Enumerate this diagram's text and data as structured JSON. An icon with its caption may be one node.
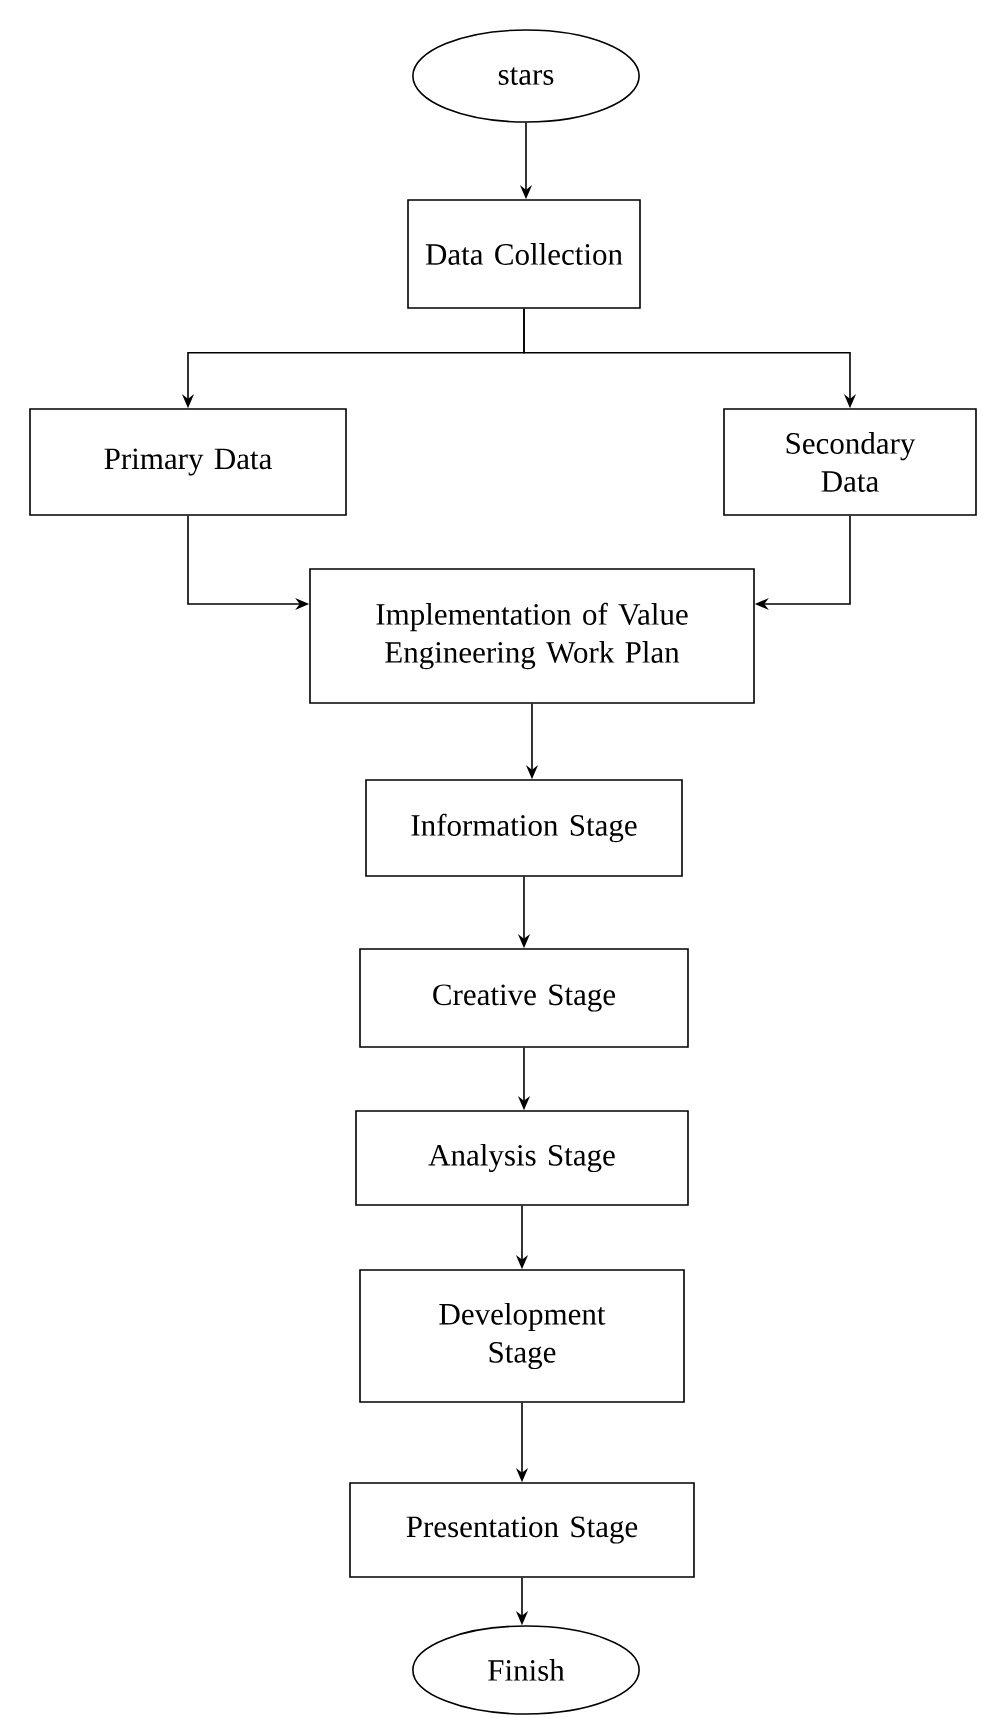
{
  "diagram": {
    "nodes": [
      {
        "text": [
          "stars"
        ]
      },
      {
        "text": [
          "Data Collection"
        ]
      },
      {
        "text": [
          "Primary Data"
        ]
      },
      {
        "text": [
          "Secondary Data"
        ]
      },
      {
        "text": [
          "Implementation of Value Engineering Work Plan"
        ]
      },
      {
        "text": [
          "Information Stage"
        ]
      },
      {
        "text": [
          "Creative Stage"
        ]
      },
      {
        "text": [
          "Analysis Stage"
        ]
      },
      {
        "text": [
          "Development Stage"
        ]
      },
      {
        "text": [
          "Presentation Stage"
        ]
      },
      {
        "text": [
          "Finish"
        ]
      }
    ],
    "edges": [
      {
        "from": 0,
        "to": 1,
        "arrow": "to"
      },
      {
        "from": 1,
        "to": 2,
        "arrow": "to"
      },
      {
        "from": 1,
        "to": 3,
        "arrow": "to"
      },
      {
        "from": 2,
        "to": 4,
        "arrow": "to"
      },
      {
        "from": 3,
        "to": 4,
        "arrow": "to"
      },
      {
        "from": 4,
        "to": 5,
        "arrow": "to"
      },
      {
        "from": 5,
        "to": 6,
        "arrow": "to"
      },
      {
        "from": 6,
        "to": 7,
        "arrow": "to"
      },
      {
        "from": 7,
        "to": 8,
        "arrow": "to"
      },
      {
        "from": 8,
        "to": 9,
        "arrow": "to"
      },
      {
        "from": 9,
        "to": 10,
        "arrow": "to"
      }
    ]
  }
}
